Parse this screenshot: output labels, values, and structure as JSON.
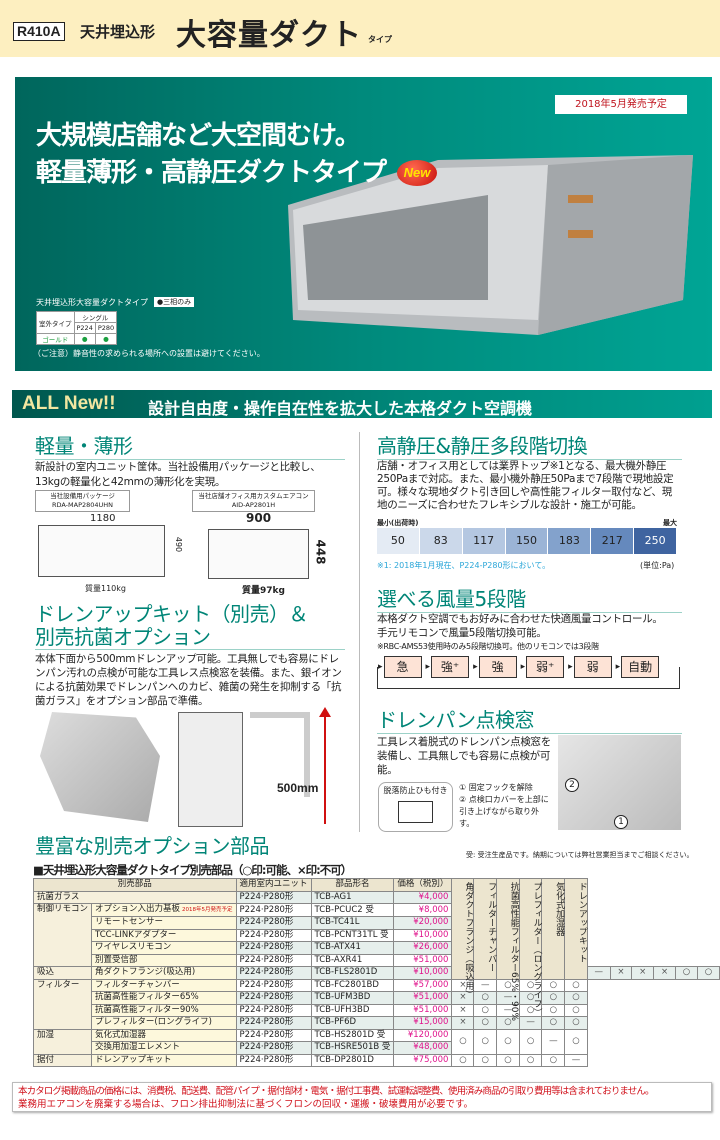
{
  "header": {
    "refrigerant": "R410A",
    "subtitle": "天井埋込形",
    "title": "大容量ダクト",
    "title_suffix": "タイプ"
  },
  "hero": {
    "release": "2018年5月発売予定",
    "headline1": "大規模店舗など大空間むけ。",
    "headline2": "軽量薄形・高静圧ダクトタイプ",
    "new_badge": "New",
    "spec_title": "天井埋込形大容量ダクトタイプ",
    "spec_badge": "●三相のみ",
    "spec_table": {
      "col1": "室外タイプ",
      "col2": "シングル",
      "m1": "P224",
      "m2": "P280",
      "row": "ゴールド",
      "mark": "●"
    },
    "caution": "（ご注意）静音性の求められる場所への設置は避けてください。"
  },
  "banner": {
    "tag": "ALL New!!",
    "text": "設計自由度・操作自在性を拡大した本格ダクト空調機"
  },
  "left": {
    "s1": {
      "title": "軽量・薄形",
      "body": "新設計の室内ユニット筐体。当社設備用パッケージと比較し、13kgの軽量化と42mmの薄形化を実現。",
      "a_label1": "当社設備用パッケージ",
      "a_label2": "RDA-MAP2804UHN",
      "a_w": "1180",
      "a_h": "490",
      "a_mass": "質量110kg",
      "b_label1": "当社店舗オフィス用カスタムエアコン",
      "b_label2": "AID-AP2801H",
      "b_w": "900",
      "b_h": "448",
      "b_mass": "質量97kg"
    },
    "s2": {
      "title1": "ドレンアップキット（別売）＆",
      "title2": "別売抗菌オプション",
      "body": "本体下面から500mmドレンアップ可能。工具無しでも容易にドレンパン汚れの点検が可能な工具レス点検窓を装備。また、銀イオンによる抗菌効果でドレンパンへのカビ、雑菌の発生を抑制する「抗菌ガラス」をオプション部品で準備。",
      "height": "500mm"
    }
  },
  "right": {
    "s1": {
      "title": "高静圧&静圧多段階切換",
      "body": "店舗・オフィス用としては業界トップ※1となる、最大機外静圧250Paまで対応。また、最小機外静圧50Paまで7段階で現地設定可。様々な現地ダクト引き回しや高性能フィルター取付など、現地のニーズに合わせたフレキシブルな設計・施工が可能。",
      "min_label": "最小(出荷時)",
      "max_label": "最大",
      "steps": [
        "50",
        "83",
        "117",
        "150",
        "183",
        "217",
        "250"
      ],
      "note": "※1: 2018年1月現在、P224-P280形において。",
      "unit": "(単位:Pa)"
    },
    "s2": {
      "title": "選べる風量5段階",
      "body1": "本格ダクト空調でもお好みに合わせた快適風量コントロール。",
      "body2": "手元リモコンで風量5段階切換可能。",
      "note": "※RBC-AMS53使用時のみ5段階切換可。他のリモコンでは3段階",
      "modes": [
        "急",
        "強⁺",
        "強",
        "弱⁺",
        "弱",
        "自動"
      ]
    },
    "s3": {
      "title": "ドレンパン点検窓",
      "body": "工具レス着脱式のドレンパン点検窓を装備し、工具無しでも容易に点検が可能。",
      "box_label": "脱落防止ひも付き",
      "step1": "① 固定フックを解除",
      "step2": "② 点検口カバーを上部に引き上げながら取り外す。",
      "n1": "1",
      "n2": "2"
    }
  },
  "options": {
    "title": "豊富な別売オプション部品",
    "table_title": "■天井埋込形大容量ダクトタイプ別売部品（○印:可能、×印:不可）",
    "note": "受: 受注生産品です。納期については弊社営業担当までご相談ください。",
    "headers": [
      "別売部品",
      "適用室内ユニット",
      "部品形名",
      "価格（税別）"
    ],
    "compat_headers": [
      "角ダクトフランジ（吸込用）",
      "フィルターチャンバー",
      "抗菌高性能フィルター65%・90%",
      "プレフィルター（ロングライフ）",
      "気化式加湿器",
      "ドレンアップキット"
    ],
    "rows": [
      {
        "cat": "抗菌ガラス",
        "item": "",
        "unit": "P224·P280形",
        "model": "TCB-AG1",
        "price": "¥4,000"
      },
      {
        "cat": "制御リモコン",
        "item": "オプション入出力基板",
        "tag": "2018年5月発売予定",
        "unit": "P224·P280形",
        "model": "TCB-PCUC2 受",
        "price": "¥8,000"
      },
      {
        "item": "リモートセンサー",
        "unit": "P224·P280形",
        "model": "TCB-TC41L",
        "price": "¥20,000"
      },
      {
        "item": "TCC-LINKアダプター",
        "unit": "P224·P280形",
        "model": "TCB-PCNT31TL 受",
        "price": "¥10,000"
      },
      {
        "item": "ワイヤレスリモコン",
        "unit": "P224·P280形",
        "model": "TCB-ATX41",
        "price": "¥26,000"
      },
      {
        "item": "別置受信部",
        "unit": "P224·P280形",
        "model": "TCB-AXR41",
        "price": "¥51,000"
      },
      {
        "cat": "吸込",
        "item": "角ダクトフランジ(吸込用)",
        "unit": "P224·P280形",
        "model": "TCB-FLS2801D",
        "price": "¥10,000",
        "marks": [
          "—",
          "×",
          "×",
          "×",
          "○",
          "○"
        ]
      },
      {
        "cat": "フィルター",
        "item": "フィルターチャンバー",
        "unit": "P224·P280形",
        "model": "TCB-FC2801BD",
        "price": "¥57,000",
        "marks": [
          "×",
          "—",
          "○",
          "○",
          "○",
          "○"
        ]
      },
      {
        "item": "抗菌高性能フィルター65%",
        "unit": "P224·P280形",
        "model": "TCB-UFM3BD",
        "price": "¥51,000",
        "marks": [
          "×",
          "○",
          "—",
          "○",
          "○",
          "○"
        ]
      },
      {
        "item": "抗菌高性能フィルター90%",
        "unit": "P224·P280形",
        "model": "TCB-UFH3BD",
        "price": "¥51,000",
        "marks": [
          "×",
          "○",
          "—",
          "○",
          "○",
          "○"
        ]
      },
      {
        "item": "プレフィルター(ロングライフ)",
        "unit": "P224·P280形",
        "model": "TCB-PF6D",
        "price": "¥15,000",
        "marks": [
          "×",
          "○",
          "○",
          "—",
          "○",
          "○"
        ]
      },
      {
        "cat": "加湿",
        "item": "気化式加湿器",
        "unit": "P224·P280形",
        "model": "TCB-HS2801D 受",
        "price": "¥120,000",
        "marks": [
          "○",
          "○",
          "○",
          "○",
          "—",
          "○"
        ]
      },
      {
        "item": "交換用加湿エレメント",
        "unit": "P224·P280形",
        "model": "TCB-HSRE501B 受",
        "price": "¥48,000"
      },
      {
        "cat": "据付",
        "item": "ドレンアップキット",
        "unit": "P224·P280形",
        "model": "TCB-DP2801D",
        "price": "¥75,000",
        "marks": [
          "○",
          "○",
          "○",
          "○",
          "○",
          "—"
        ]
      }
    ]
  },
  "footer": {
    "line1": "本カタログ掲載商品の価格には、消費税、配送費、配管パイプ・据付部材・電気・据付工事費、試運転調整費、使用済み商品の引取り費用等は含まれておりません。",
    "line2": "業務用エアコンを廃棄する場合は、フロン排出抑制法に基づくフロンの回収・運搬・破壊費用が必要です。"
  },
  "colors": {
    "teal": "#008577",
    "price": "#e0138c",
    "notice": "#d0101a",
    "scale": [
      "#e4ebf4",
      "#cbd8ea",
      "#b4c7e1",
      "#9bb4d6",
      "#83a2cc",
      "#6589bd",
      "#3f64a0"
    ]
  }
}
